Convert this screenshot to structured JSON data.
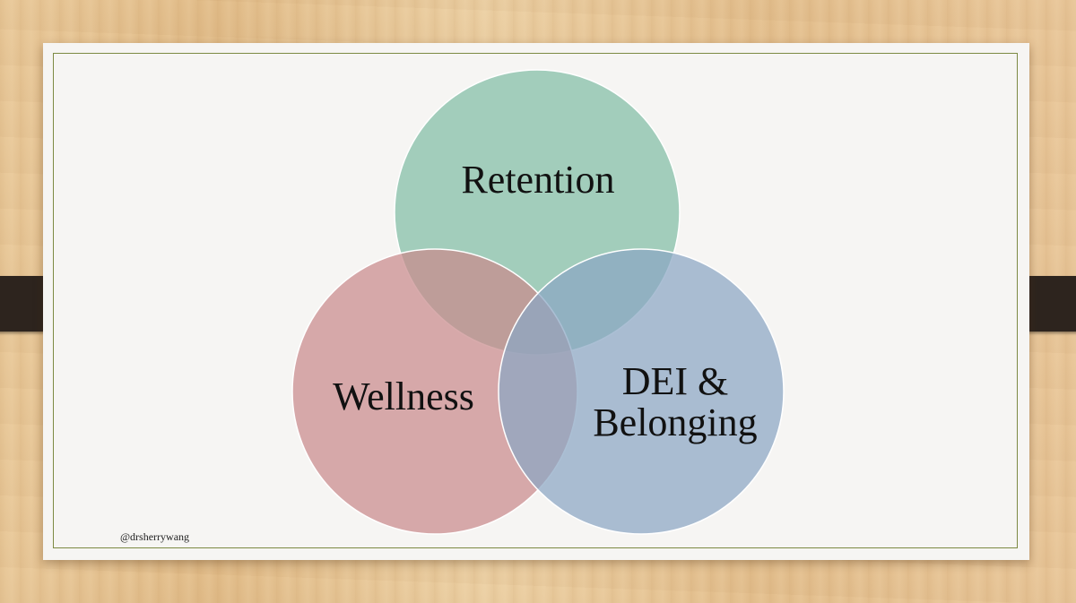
{
  "diagram": {
    "type": "venn",
    "circles": [
      {
        "id": "retention",
        "label": "Retention",
        "color": "#8fc4ae"
      },
      {
        "id": "wellness",
        "label": "Wellness",
        "color": "#c98a8c"
      },
      {
        "id": "dei",
        "label_line1": "DEI &",
        "label_line2": "Belonging",
        "color": "#93adc8"
      }
    ]
  },
  "watermark": "@drsherrywang",
  "colors": {
    "slide_background": "#f6f5f3",
    "slide_border": "#7d8a43",
    "binder_clip": "#2d241e"
  }
}
